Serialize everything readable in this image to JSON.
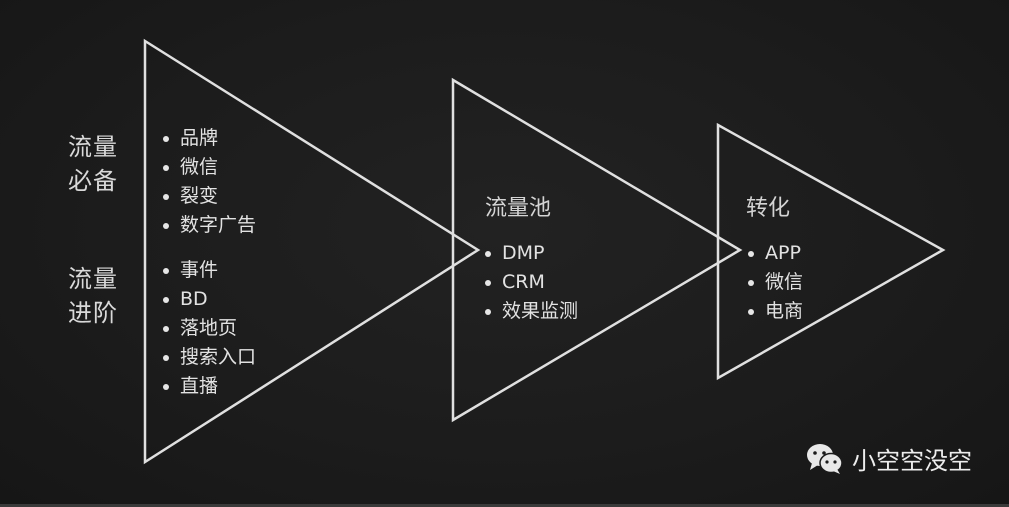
{
  "chart_data": {
    "type": "diagram",
    "title": "",
    "stages": [
      {
        "name": "",
        "groups": [
          {
            "label": "流量\n必备",
            "items": [
              "品牌",
              "微信",
              "裂变",
              "数字广告"
            ]
          },
          {
            "label": "流量\n进阶",
            "items": [
              "事件",
              "BD",
              "落地页",
              "搜索入口",
              "直播"
            ]
          }
        ]
      },
      {
        "name": "流量池",
        "items": [
          "DMP",
          "CRM",
          "效果监测"
        ]
      },
      {
        "name": "转化",
        "items": [
          "APP",
          "微信",
          "电商"
        ]
      }
    ]
  },
  "side_labels": {
    "basic_line1": "流量",
    "basic_line2": "必备",
    "advanced_line1": "流量",
    "advanced_line2": "进阶"
  },
  "stage1": {
    "basic_items": [
      "品牌",
      "微信",
      "裂变",
      "数字广告"
    ],
    "advanced_items": [
      "事件",
      "BD",
      "落地页",
      "搜索入口",
      "直播"
    ]
  },
  "stage2": {
    "title": "流量池",
    "items": [
      "DMP",
      "CRM",
      "效果监测"
    ]
  },
  "stage3": {
    "title": "转化",
    "items": [
      "APP",
      "微信",
      "电商"
    ]
  },
  "watermark": {
    "icon": "wechat-icon",
    "text": "小空空没空"
  },
  "colors": {
    "background": "#1b1b1b",
    "stroke": "#e0e0e0",
    "text": "#d9d9d9"
  }
}
